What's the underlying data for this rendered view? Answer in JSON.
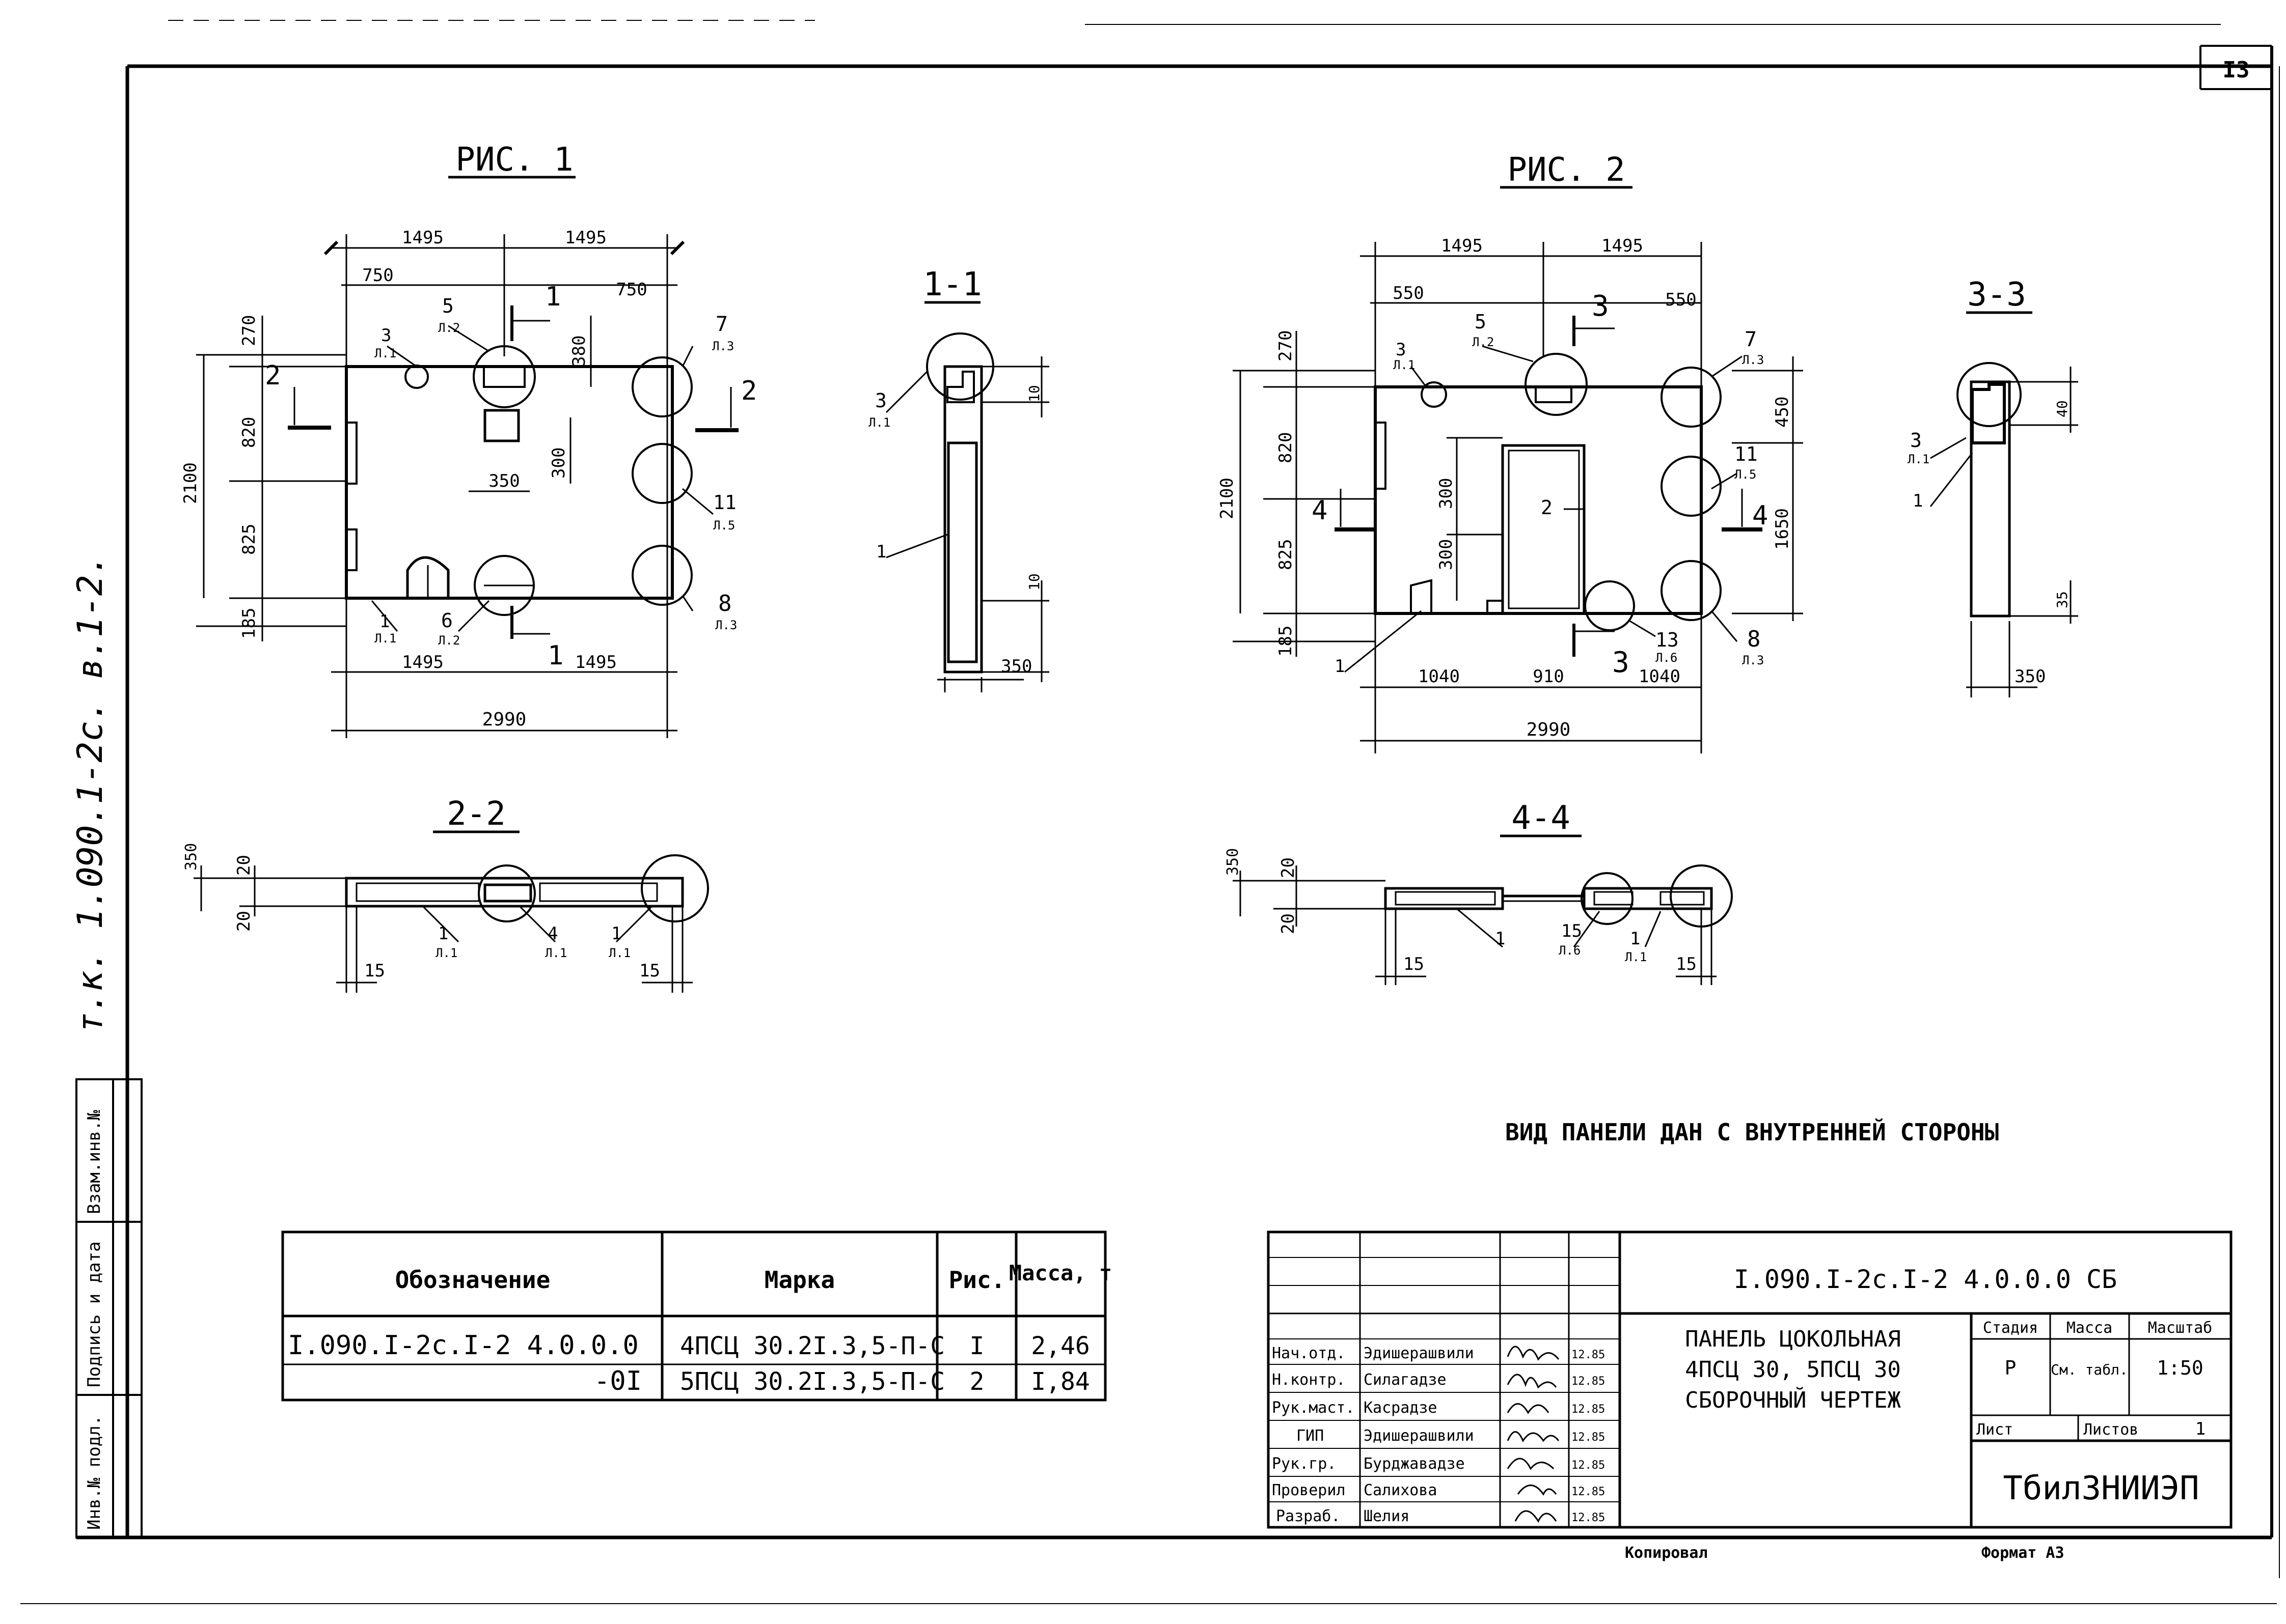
{
  "sheet": {
    "number": "I3",
    "side_label": "т.к. 1.090.1-2с. в.1-2."
  },
  "side_stamp": [
    "Взам.инв.№",
    "Подпись и дата",
    "Инв.№ подл."
  ],
  "fig1": {
    "title": "РИС. 1",
    "dims": {
      "h1495a": "1495",
      "h1495b": "1495",
      "h750a": "750",
      "h750b": "750",
      "h350": "350",
      "v270": "270",
      "v820": "820",
      "v825": "825",
      "v185": "185",
      "v2100": "2100",
      "v380": "380",
      "v300": "300",
      "b1495a": "1495",
      "b1495b": "1495",
      "b2990": "2990"
    },
    "callouts": {
      "c3": "3",
      "c3s": "Л.1",
      "c5": "5",
      "c5s": "Л.2",
      "c7": "7",
      "c7s": "Л.3",
      "c11": "11",
      "c11s": "Л.5",
      "c8": "8",
      "c8s": "Л.3",
      "c1": "1",
      "c1s": "Л.1",
      "c6": "6",
      "c6s": "Л.2"
    },
    "section_marks": {
      "s1": "1",
      "s1b": "1",
      "s2": "2",
      "s2b": "2"
    }
  },
  "sec11": {
    "title": "1-1",
    "c3": "3",
    "c3s": "Л.1",
    "c1": "1",
    "d10a": "10",
    "d10b": "10",
    "d350": "350"
  },
  "fig2": {
    "title": "РИС. 2",
    "dims": {
      "h1495a": "1495",
      "h1495b": "1495",
      "h550a": "550",
      "h550b": "550",
      "v270": "270",
      "v820": "820",
      "v825": "825",
      "v185": "185",
      "v2100": "2100",
      "v300a": "300",
      "v300b": "300",
      "v450": "450",
      "v1650": "1650",
      "b1040a": "1040",
      "b910": "910",
      "b1040b": "1040",
      "b2990": "2990"
    },
    "callouts": {
      "c3": "3",
      "c3s": "Л.1",
      "c5": "5",
      "c5s": "Л.2",
      "c7": "7",
      "c7s": "Л.3",
      "c11": "11",
      "c11s": "Л.5",
      "c8": "8",
      "c8s": "Л.3",
      "c13": "13",
      "c13s": "Л.6",
      "c2": "2",
      "c1": "1"
    },
    "section_marks": {
      "s3": "3",
      "s3b": "3",
      "s4": "4",
      "s4b": "4"
    }
  },
  "sec33": {
    "title": "3-3",
    "c3": "3",
    "c3s": "Л.1",
    "c1": "1",
    "d40": "40",
    "d35": "35",
    "d350": "350"
  },
  "sec22": {
    "title": "2-2",
    "d350": "350",
    "d20a": "20",
    "d20b": "20",
    "d15a": "15",
    "d15b": "15",
    "c1a": "1",
    "c1as": "Л.1",
    "c4": "4",
    "c4s": "Л.1",
    "c1b": "1",
    "c1bs": "Л.1"
  },
  "sec44": {
    "title": "4-4",
    "d350": "350",
    "d20a": "20",
    "d20b": "20",
    "d15a": "15",
    "d15b": "15",
    "c1a": "1",
    "c15": "15",
    "c15s": "Л.6",
    "c1b": "1",
    "c1bs": "Л.1"
  },
  "note": "ВИД ПАНЕЛИ ДАН С ВНУТРЕННЕЙ СТОРОНЫ",
  "spec_table": {
    "headers": [
      "Обозначение",
      "Марка",
      "Рис.",
      "Масса, т"
    ],
    "rows": [
      [
        "I.090.I-2с.I-2 4.0.0.0",
        "4ПСЦ 30.2I.3,5-П-С",
        "I",
        "2,46"
      ],
      [
        "-0I",
        "5ПСЦ 30.2I.3,5-П-С",
        "2",
        "I,84"
      ]
    ]
  },
  "title_block": {
    "code": "I.090.I-2с.I-2 4.0.0.0 СБ",
    "name_lines": [
      "ПАНЕЛЬ ЦОКОЛЬНАЯ",
      "4ПСЦ 30, 5ПСЦ 30",
      "СБОРОЧНЫЙ ЧЕРТЕЖ"
    ],
    "stage_label": "Стадия",
    "stage": "Р",
    "mass_label": "Масса",
    "mass": "См. табл.",
    "scale_label": "Масштаб",
    "scale": "1:50",
    "sheet_label": "Лист",
    "sheets_label": "Листов",
    "sheets": "1",
    "org": "ТбилЗНИИЭП",
    "signers": [
      {
        "role": "Нач.отд.",
        "name": "Эдишерашвили",
        "date": "12.85"
      },
      {
        "role": "Н.контр.",
        "name": "Силагадзе",
        "date": "12.85"
      },
      {
        "role": "Рук.маст.",
        "name": "Касрадзе",
        "date": "12.85"
      },
      {
        "role": "ГИП",
        "name": "Эдишерашвили",
        "date": "12.85"
      },
      {
        "role": "Рук.гр.",
        "name": "Бурджавадзе",
        "date": "12.85"
      },
      {
        "role": "Проверил",
        "name": "Салихова",
        "date": "12.85"
      },
      {
        "role": "Разраб.",
        "name": "Шелия",
        "date": "12.85"
      }
    ]
  },
  "footer": {
    "copied": "Копировал",
    "format": "Формат А3"
  }
}
